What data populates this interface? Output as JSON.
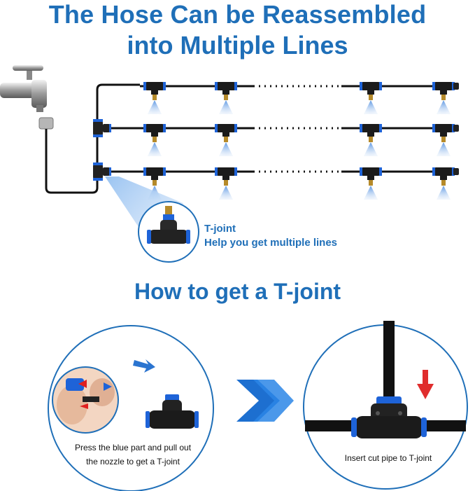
{
  "header": {
    "title_line1": "The Hose Can be Reassembled",
    "title_line2": "into Multiple Lines"
  },
  "callout": {
    "line1": "T-joint",
    "line2": "Help you get multiple lines"
  },
  "section2": {
    "title": "How to get a T-joint",
    "left_caption_line1": "Press the blue part and pull out",
    "left_caption_line2": "the nozzle to get a T-joint",
    "right_caption": "Insert cut pipe to T-joint"
  },
  "colors": {
    "accent_blue": "#1f6fb8",
    "fitting_blue": "#1e63d8",
    "hose_black": "#111111"
  },
  "icons": [
    "faucet-icon",
    "t-joint-icon",
    "spray-nozzle-icon",
    "arrow-right-icon",
    "arrow-down-icon"
  ]
}
